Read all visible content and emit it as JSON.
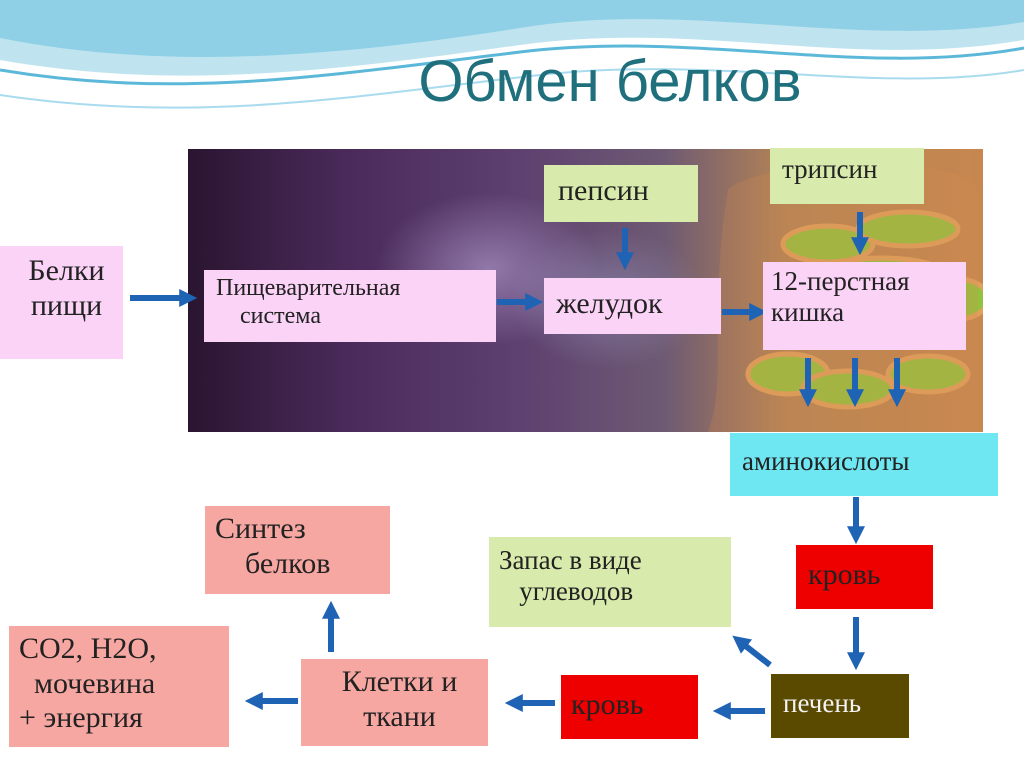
{
  "title": "Обмен белков",
  "nodes": {
    "protein_food": "Белки\nпищи",
    "digestive_system": "Пищеварительная\n    система",
    "pepsin": "пепсин",
    "stomach": "желудок",
    "trypsin": "трипсин",
    "duodenum": "12-перстная\nкишка",
    "amino_acids": "аминокислоты",
    "blood_top": "кровь",
    "liver": "печень",
    "carb_storage": "Запас в виде\n   углеводов",
    "blood_bottom": "кровь",
    "cells_tissues": "Клетки и\nткани",
    "protein_synthesis": "Синтез\n    белков",
    "end_products": "CO2, H2O,\n  мочевина\n+ энергия"
  },
  "colors": {
    "title": "#1f6f7c",
    "arrow": "#1f63b5",
    "pink": "#fbd3f7",
    "green": "#d8ebac",
    "cyan": "#6fe7f3",
    "red": "#ee0000",
    "salmon": "#f7a7a2",
    "olive": "#5a4a00"
  }
}
